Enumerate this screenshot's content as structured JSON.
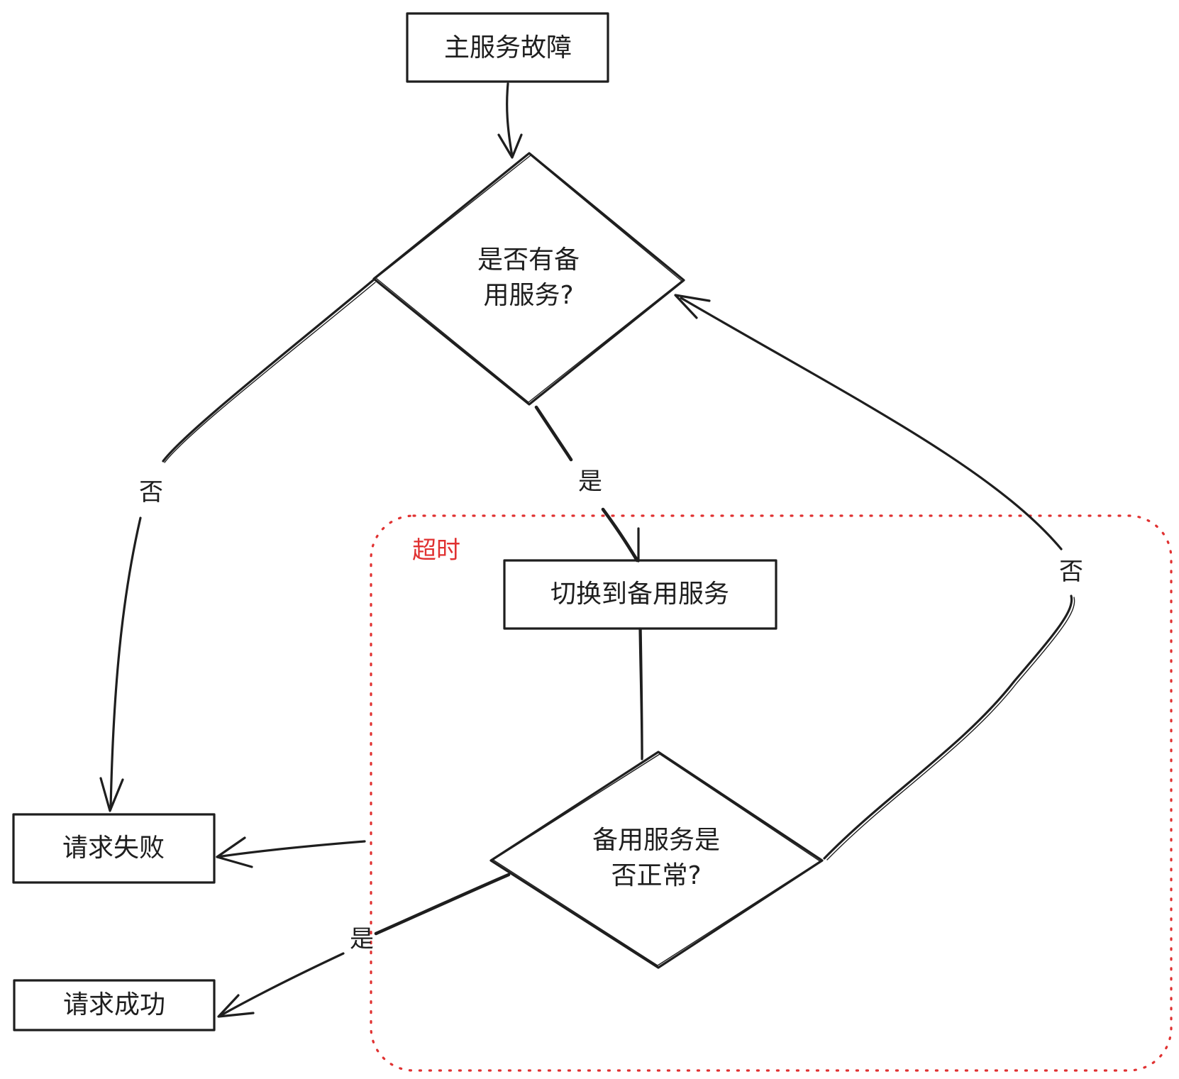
{
  "colors": {
    "ink": "#1e1e1e",
    "timeout_group": "#e03131",
    "background": "#ffffff"
  },
  "group": {
    "label": "超时"
  },
  "nodes": {
    "primary_failure": "主服务故障",
    "has_backup": [
      "是否有备",
      "用服务?"
    ],
    "switch_backup": "切换到备用服务",
    "backup_ok": [
      "备用服务是",
      "否正常?"
    ],
    "request_failed": "请求失败",
    "request_success": "请求成功"
  },
  "edges": {
    "has_backup_no": "否",
    "has_backup_yes": "是",
    "backup_ok_no": "否",
    "backup_ok_yes": "是"
  }
}
